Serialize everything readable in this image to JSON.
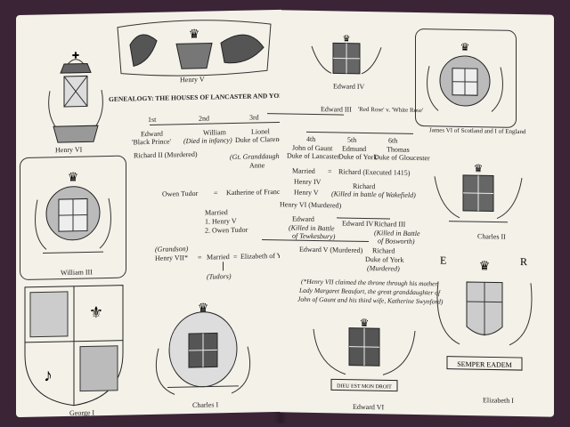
{
  "labels": {
    "henry_v": "Henry V",
    "henry_vi": "Henry VI",
    "edward_iv": "Edward IV",
    "james_vi": "James VI of Scotland and I of England",
    "william_iii": "William III",
    "charles_ii": "Charles II",
    "george_i": "George I",
    "charles_i": "Charles I",
    "edward_vi": "Edward VI",
    "elizabeth_i": "Elizabeth I"
  },
  "genealogy": {
    "title": "GENEALOGY: THE HOUSES OF LANCASTER AND YORK",
    "edward_iii": "Edward III",
    "roses": "'Red Rose' v. 'White Rose'",
    "ord_1st": "1st",
    "ord_2nd": "2nd",
    "ord_3rd": "3rd",
    "ord_4th": "4th",
    "ord_5th": "5th",
    "ord_6th": "6th",
    "edward": "Edward",
    "black_prince": "'Black Prince'",
    "william": "William",
    "died_infancy": "(Died in infancy)",
    "lionel": "Lionel",
    "duke_clarence": "Duke of Clarence",
    "richard_ii": "Richard II (Murdered)",
    "gt_granddaughter": "(Gt. Granddaughter)",
    "anne": "Anne",
    "john_gaunt_1": "John of Gaunt",
    "john_gaunt_2": "Duke of Lancaster",
    "edmund_1": "Edmund",
    "edmund_2": "Duke of York",
    "thomas_1": "Thomas",
    "thomas_2": "Duke of Gloucester",
    "eq": "=",
    "married": "Married",
    "richard_executed": "Richard (Executed 1415)",
    "owen_tudor": "Owen Tudor",
    "katherine": "Katherine of France",
    "married_2": "Married",
    "m1": "1. Henry V",
    "m2": "2. Owen Tudor",
    "henry_iv": "Henry IV",
    "henry_v_tree": "Henry V",
    "henry_vi_murdered": "Henry VI (Murdered)",
    "richard_2": "Richard",
    "killed_wakefield": "(Killed in battle of Wakefield)",
    "edward_2": "Edward",
    "killed_tewkesbury_1": "(Killed in Battle",
    "killed_tewkesbury_2": "of Tewkesbury)",
    "edward_iv_tree": "Edward IV",
    "richard_iii": "Richard III",
    "killed_bosworth_1": "(Killed in Battle",
    "killed_bosworth_2": "of Bosworth)",
    "grandson": "(Grandson)",
    "henry_vii": "Henry VII*",
    "married_3": "Married",
    "elizabeth_york": "Elizabeth of York",
    "tudors": "(Tudors)",
    "edward_v": "Edward V (Murdered)",
    "richard_york_1": "Richard",
    "richard_york_2": "Duke of York",
    "richard_york_3": "(Murdered)",
    "footnote_1": "(*Henry VII claimed the throne through his mother,",
    "footnote_2": "Lady Margaret Beaufort, the great granddaughter of",
    "footnote_3": "John of Gaunt and his third wife, Katherine Swynford)"
  },
  "mottos": {
    "edward_vi": "DIEU EST MON DROIT",
    "elizabeth_i": "SEMPER EADEM",
    "cypher_e": "E",
    "cypher_r": "R"
  },
  "colors": {
    "background": "#3a2436",
    "page": "#f4f1e8",
    "ink": "#222222"
  }
}
